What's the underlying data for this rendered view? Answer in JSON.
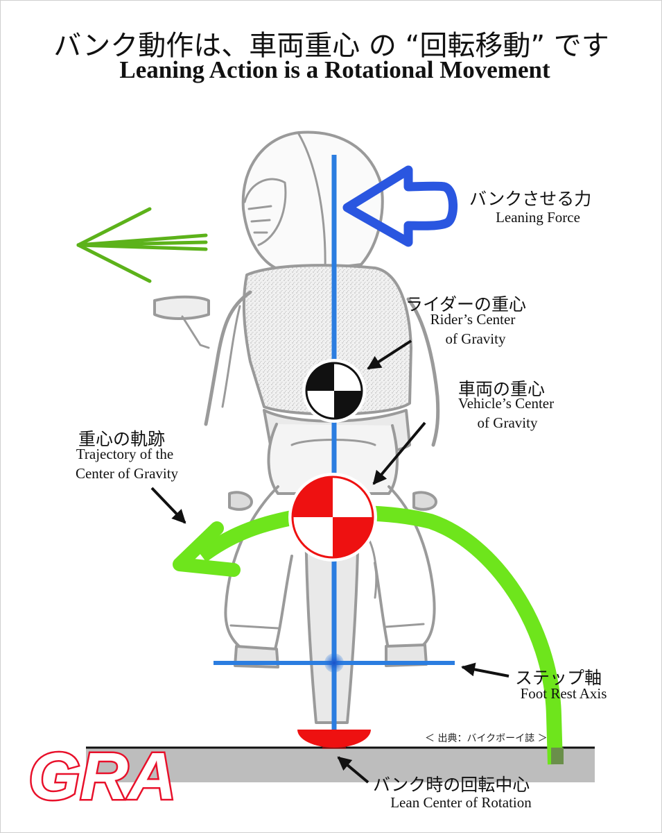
{
  "title": {
    "jp": "バンク動作は、車両重心 の “回転移動” です",
    "en": "Leaning Action is a Rotational Movement"
  },
  "labels": {
    "leaning_force": {
      "jp": "バンクさせる力",
      "en": "Leaning Force"
    },
    "rider_cog": {
      "jp": "ライダーの重心",
      "en_line1": "Rider’s Center",
      "en_line2": "of Gravity"
    },
    "vehicle_cog": {
      "jp": "車両の重心",
      "en_line1": "Vehicle’s Center",
      "en_line2": "of Gravity"
    },
    "trajectory": {
      "jp": "重心の軌跡",
      "en_line1": "Trajectory of the",
      "en_line2": "Center of Gravity"
    },
    "foot_rest": {
      "jp": "ステップ軸",
      "en": "Foot Rest Axis"
    },
    "lean_center": {
      "jp": "バンク時の回転中心",
      "en": "Lean Center of Rotation"
    }
  },
  "source": "＜ 出典：バイクボーイ誌 ＞",
  "logo": "GRA",
  "colors": {
    "axis_blue": "#2b7de0",
    "arrow_blue": "#2a56e0",
    "trajectory_green": "#6ee51c",
    "motion_green": "#5cb21a",
    "cog_red": "#ee1111",
    "logo_red": "#e8102a",
    "ground_gray": "#bdbdbd",
    "sketch_gray": "#9a9a9a"
  },
  "icons": [
    "leaning-force-arrow-icon",
    "motion-lines-icon",
    "cog-marker-icon",
    "curved-arrow-icon",
    "pointer-arrow-icon"
  ]
}
